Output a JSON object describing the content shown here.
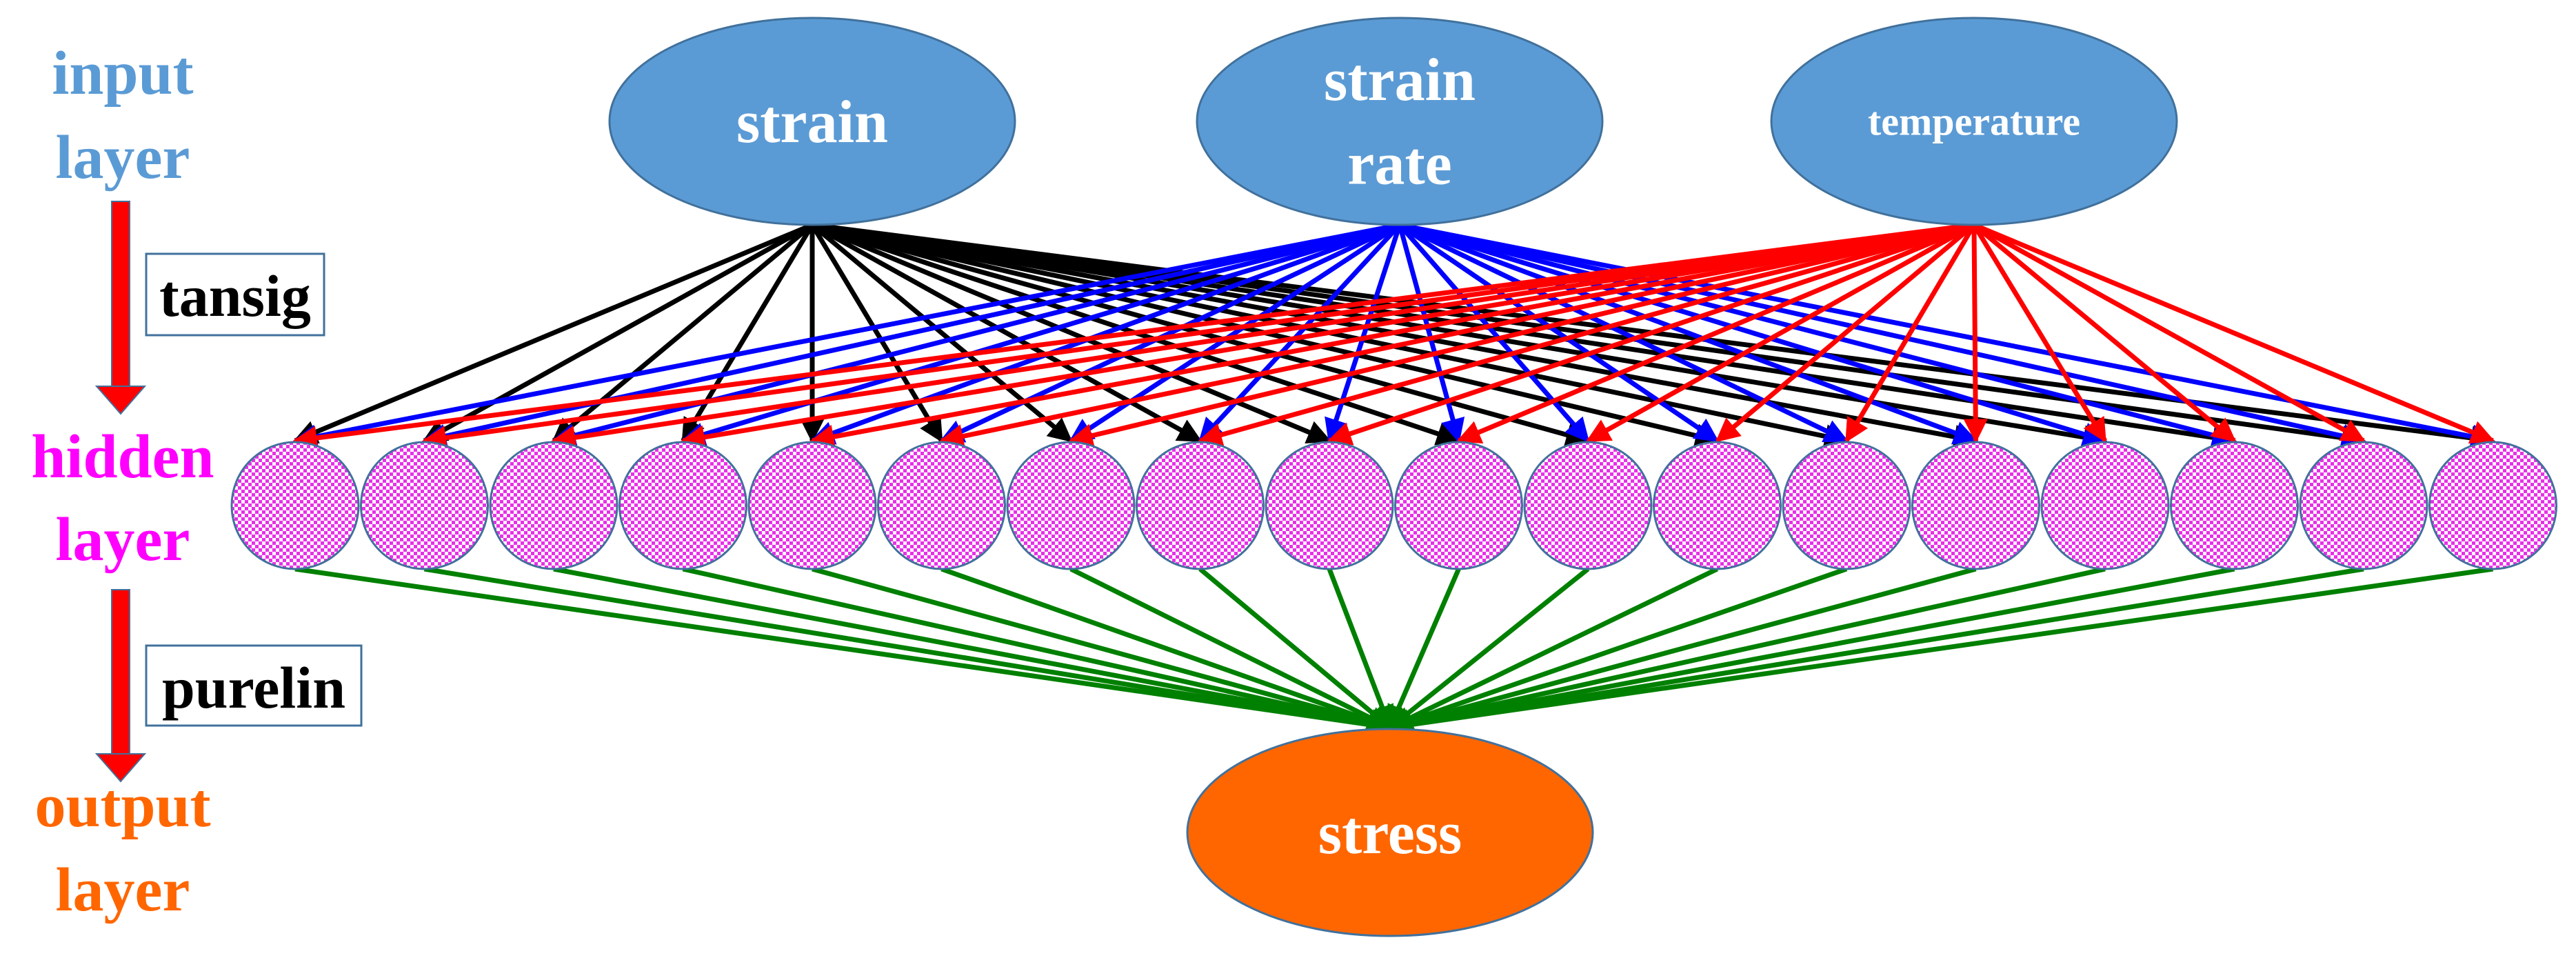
{
  "layers": {
    "input": {
      "line1": "input",
      "line2": "layer",
      "color": "#5b9bd5"
    },
    "hidden": {
      "line1": "hidden",
      "line2": "layer",
      "color": "#ff00ff"
    },
    "output": {
      "line1": "output",
      "line2": "layer",
      "color": "#ff6600"
    }
  },
  "activations": {
    "input_to_hidden": "tansig",
    "hidden_to_output": "purelin"
  },
  "input_nodes": [
    {
      "lines": [
        "strain"
      ],
      "edge_color": "#000000"
    },
    {
      "lines": [
        "strain",
        "rate"
      ],
      "edge_color": "#0000ff"
    },
    {
      "lines": [
        "temperature"
      ],
      "edge_color": "#ff0000"
    }
  ],
  "hidden_layer": {
    "neuron_count": 18,
    "fill": "#e830e8"
  },
  "output_node": {
    "label": "stress",
    "fill": "#ff6600"
  },
  "colors": {
    "input_node_fill": "#5b9bd5",
    "node_border": "#41719c",
    "output_edge": "#008000",
    "flow_arrow": "#ff0000"
  }
}
